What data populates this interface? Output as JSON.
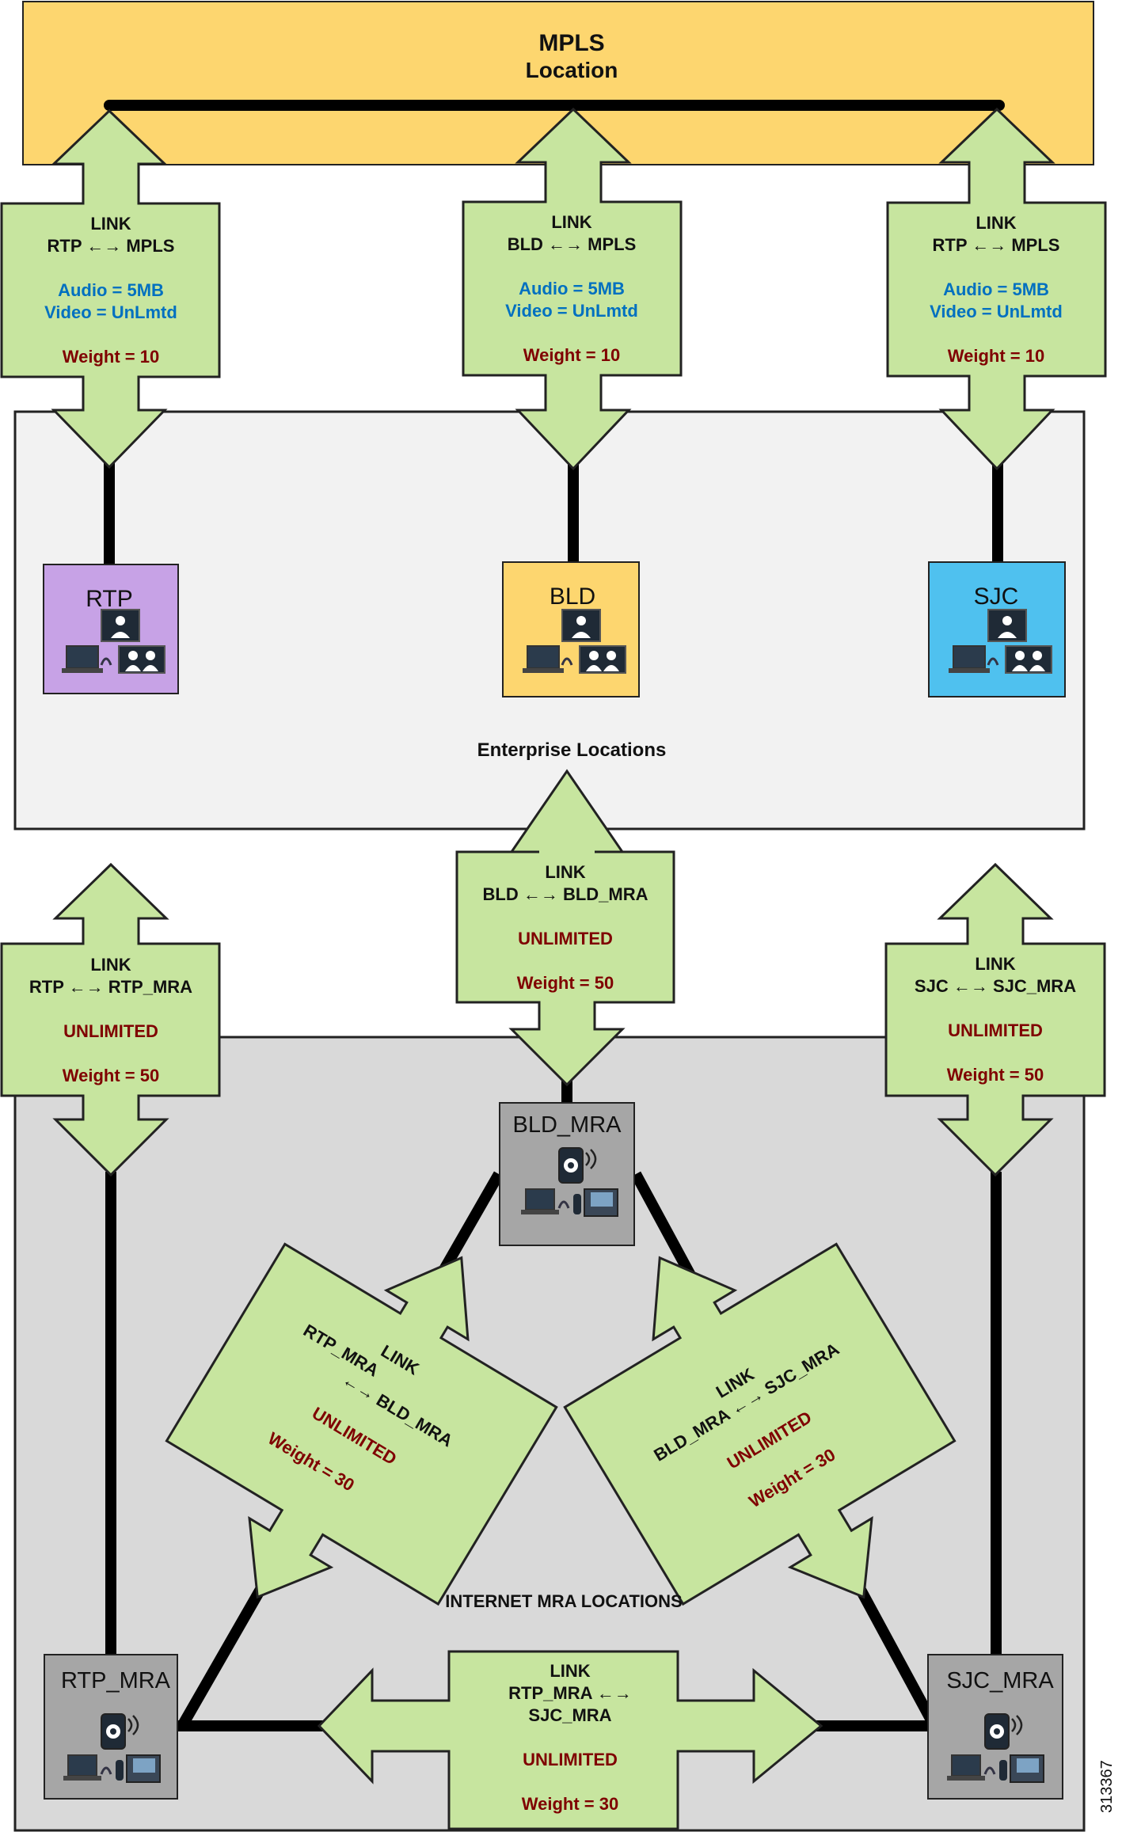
{
  "mpls": {
    "title": "MPLS",
    "subtitle": "Location"
  },
  "enterprise_label": "Enterprise Locations",
  "internet_label": "INTERNET MRA LOCATIONS",
  "figure_id": "313367",
  "colors": {
    "mpls": "#fdd66f",
    "link_fill": "#c7e59f",
    "rtp": "#c7a2e6",
    "bld": "#fdd66f",
    "sjc": "#4fc1ef",
    "mra": "#a6a6a6",
    "enterprise_bg": "#f2f2f2",
    "internet_bg": "#d9d9d9",
    "blue_text": "#0070c0",
    "red_text": "#7f0000"
  },
  "sites": {
    "rtp": {
      "label": "RTP"
    },
    "bld": {
      "label": "BLD"
    },
    "sjc": {
      "label": "SJC"
    },
    "bld_mra": {
      "label": "BLD_MRA"
    },
    "rtp_mra": {
      "label": "RTP_MRA"
    },
    "sjc_mra": {
      "label": "SJC_MRA"
    }
  },
  "links": {
    "rtp_mpls": {
      "title": "LINK",
      "path": "RTP ←→ MPLS",
      "audio": "Audio = 5MB",
      "video": "Video =  UnLmtd",
      "weight": "Weight = 10"
    },
    "bld_mpls": {
      "title": "LINK",
      "path": "BLD ←→ MPLS",
      "audio": "Audio = 5MB",
      "video": "Video =  UnLmtd",
      "weight": "Weight = 10"
    },
    "sjc_mpls": {
      "title": "LINK",
      "path": "RTP ←→ MPLS",
      "audio": "Audio = 5MB",
      "video": "Video =  UnLmtd",
      "weight": "Weight = 10"
    },
    "bld_bldmra": {
      "title": "LINK",
      "path": "BLD ←→ BLD_MRA",
      "limit": "UNLIMITED",
      "weight": "Weight = 50"
    },
    "rtp_rtpmra": {
      "title": "LINK",
      "path": "RTP ←→ RTP_MRA",
      "limit": "UNLIMITED",
      "weight": "Weight = 50"
    },
    "sjc_sjcmra": {
      "title": "LINK",
      "path": "SJC ←→ SJC_MRA",
      "limit": "UNLIMITED",
      "weight": "Weight = 50"
    },
    "rtpmra_bldmra": {
      "title": "LINK",
      "from": "RTP_MRA",
      "to": "←→ BLD_MRA",
      "limit": "UNLIMITED",
      "weight": "Weight = 30"
    },
    "bldmra_sjcmra": {
      "title": "LINK",
      "path": "BLD_MRA ←→ SJC_MRA",
      "limit": "UNLIMITED",
      "weight": "Weight = 30"
    },
    "rtpmra_sjcmra": {
      "title": "LINK",
      "path": "RTP_MRA ←→",
      "path2": "SJC_MRA",
      "limit": "UNLIMITED",
      "weight": "Weight = 30"
    }
  }
}
